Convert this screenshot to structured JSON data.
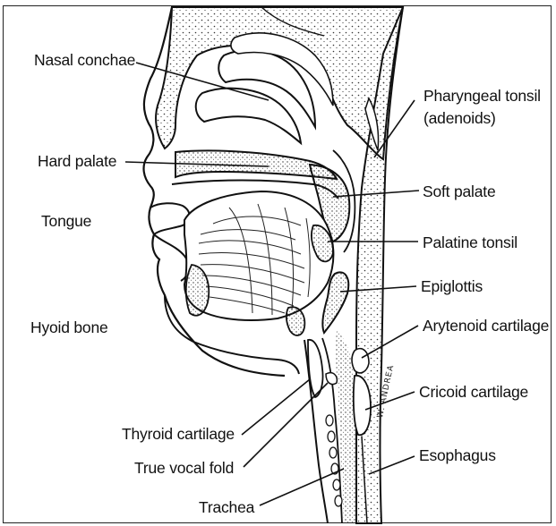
{
  "figure": {
    "labels": {
      "nasal_conchae": "Nasal conchae",
      "hard_palate": "Hard palate",
      "tongue": "Tongue",
      "hyoid_bone": "Hyoid bone",
      "thyroid_cartilage": "Thyroid cartilage",
      "true_vocal_fold": "True vocal fold",
      "trachea": "Trachea",
      "pharyngeal_tonsil_line1": "Pharyngeal tonsil",
      "pharyngeal_tonsil_line2": "(adenoids)",
      "soft_palate": "Soft palate",
      "palatine_tonsil": "Palatine tonsil",
      "epiglottis": "Epiglottis",
      "arytenoid_cartilage": "Arytenoid cartilage",
      "cricoid_cartilage": "Cricoid cartilage",
      "esophagus": "Esophagus"
    },
    "artist_signature": "W. ANDREA"
  }
}
